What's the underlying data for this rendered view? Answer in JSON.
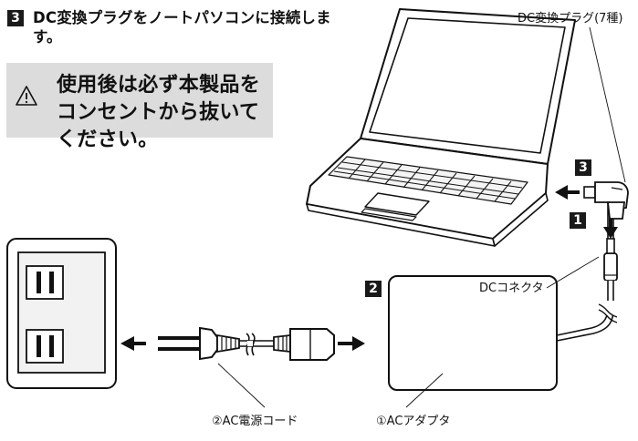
{
  "instruction": {
    "step_number": "3",
    "text": "DC変換プラグをノートパソコンに接続します。"
  },
  "warning": {
    "icon": "warning-triangle-icon",
    "text": "使用後は必ず本製品をコンセントから抜いてください。"
  },
  "labels": {
    "dc_plug": "DC変換プラグ(7種)",
    "dc_connector": "DCコネクタ",
    "ac_cord": "②AC電源コード",
    "ac_adapter": "①ACアダプタ"
  },
  "step_badges": {
    "step1": "1",
    "step2": "2",
    "step3": "3"
  }
}
